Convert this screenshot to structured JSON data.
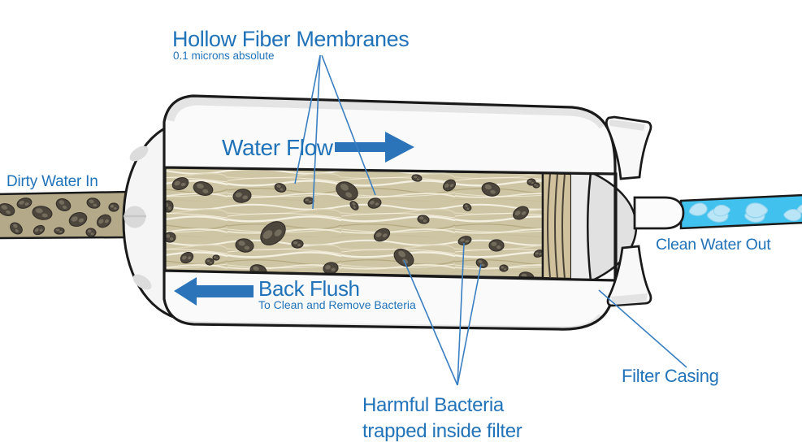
{
  "palette": {
    "label-blue": "#2173b9",
    "arrow-blue": "#2b74b9",
    "leader-blue": "#3a7fc1",
    "outline": "#1a1a1a",
    "casing-white": "#fafafa",
    "casing-shade": "#e4e4e4",
    "membrane-tan": "#cec5a4",
    "fiber-light": "#f4f0e1",
    "bacteria-dark": "#4c463c",
    "bacteria-edge": "#35302a",
    "bacteria-spot": "#7a7260",
    "dirty-tan": "#b4aa8a",
    "clean-blue": "#41c1ee",
    "droplet-light": "#b9e5f7",
    "droplet-edge": "#8ed2ed",
    "collar-tan": "#cfc29c",
    "dome-gray": "#e1e1e1",
    "band-gray": "#ececec"
  },
  "labels": {
    "title": "Hollow Fiber Membranes",
    "subtitle": "0.1 microns absolute",
    "water_flow": "Water Flow",
    "dirty_water_in": "Dirty Water In",
    "clean_water_out": "Clean Water Out",
    "back_flush": "Back Flush",
    "back_flush_sub": "To Clean and Remove Bacteria",
    "harmful_line1": "Harmful Bacteria",
    "harmful_line2": "trapped inside filter",
    "filter_casing": "Filter Casing"
  },
  "illustration": {
    "bacteria_bundle": [
      [
        222,
        226,
        10,
        7,
        -20
      ],
      [
        250,
        232,
        12,
        8,
        15
      ],
      [
        298,
        241,
        11,
        8,
        -10
      ],
      [
        345,
        231,
        7,
        5,
        20
      ],
      [
        380,
        247,
        6,
        4,
        0
      ],
      [
        427,
        235,
        14,
        10,
        30
      ],
      [
        461,
        250,
        8,
        6,
        -15
      ],
      [
        436,
        253,
        6,
        4,
        50
      ],
      [
        336,
        287,
        17,
        12,
        -40
      ],
      [
        301,
        302,
        11,
        8,
        10
      ],
      [
        230,
        317,
        8,
        6,
        -30
      ],
      [
        258,
        322,
        5,
        4,
        0
      ],
      [
        266,
        317,
        4,
        3,
        0
      ],
      [
        318,
        333,
        10,
        7,
        15
      ],
      [
        407,
        330,
        9,
        7,
        -10
      ],
      [
        366,
        300,
        7,
        5,
        0
      ],
      [
        497,
        317,
        13,
        9,
        35
      ],
      [
        470,
        289,
        10,
        7,
        -25
      ],
      [
        521,
        270,
        7,
        5,
        10
      ],
      [
        572,
        296,
        8,
        5,
        -15
      ],
      [
        593,
        324,
        7,
        5,
        20
      ],
      [
        611,
        302,
        9,
        7,
        0
      ],
      [
        641,
        262,
        10,
        7,
        -30
      ],
      [
        604,
        233,
        11,
        8,
        15
      ],
      [
        654,
        224,
        5,
        4,
        0
      ],
      [
        660,
        228,
        4,
        3,
        0
      ],
      [
        648,
        341,
        9,
        6,
        10
      ],
      [
        663,
        312,
        6,
        4,
        -20
      ],
      [
        553,
        228,
        8,
        6,
        -35
      ],
      [
        513,
        219,
        6,
        4,
        10
      ],
      [
        207,
        254,
        6,
        7,
        0
      ],
      [
        209,
        292,
        7,
        6,
        0
      ],
      [
        620,
        330,
        5,
        4,
        0
      ],
      [
        575,
        255,
        5,
        4,
        30
      ]
    ],
    "bacteria_pipe": [
      [
        8,
        258,
        10,
        7,
        20
      ],
      [
        30,
        250,
        9,
        6,
        -15
      ],
      [
        20,
        281,
        8,
        6,
        40
      ],
      [
        52,
        262,
        12,
        8,
        10
      ],
      [
        48,
        283,
        7,
        5,
        -30
      ],
      [
        78,
        252,
        9,
        7,
        25
      ],
      [
        96,
        270,
        11,
        8,
        -20
      ],
      [
        73,
        284,
        6,
        4,
        0
      ],
      [
        115,
        250,
        8,
        6,
        15
      ],
      [
        128,
        272,
        9,
        7,
        -35
      ],
      [
        112,
        286,
        6,
        5,
        10
      ],
      [
        140,
        255,
        6,
        5,
        0
      ]
    ],
    "droplets": [
      [
        849,
        258,
        1.0,
        -8,
        0
      ],
      [
        872,
        262,
        1.15,
        6,
        0
      ],
      [
        897,
        256,
        0.9,
        -12,
        1
      ],
      [
        918,
        263,
        1.1,
        4,
        0
      ],
      [
        943,
        256,
        1.2,
        -6,
        1
      ],
      [
        966,
        262,
        0.95,
        8,
        0
      ],
      [
        982,
        256,
        0.8,
        0,
        0
      ]
    ]
  }
}
